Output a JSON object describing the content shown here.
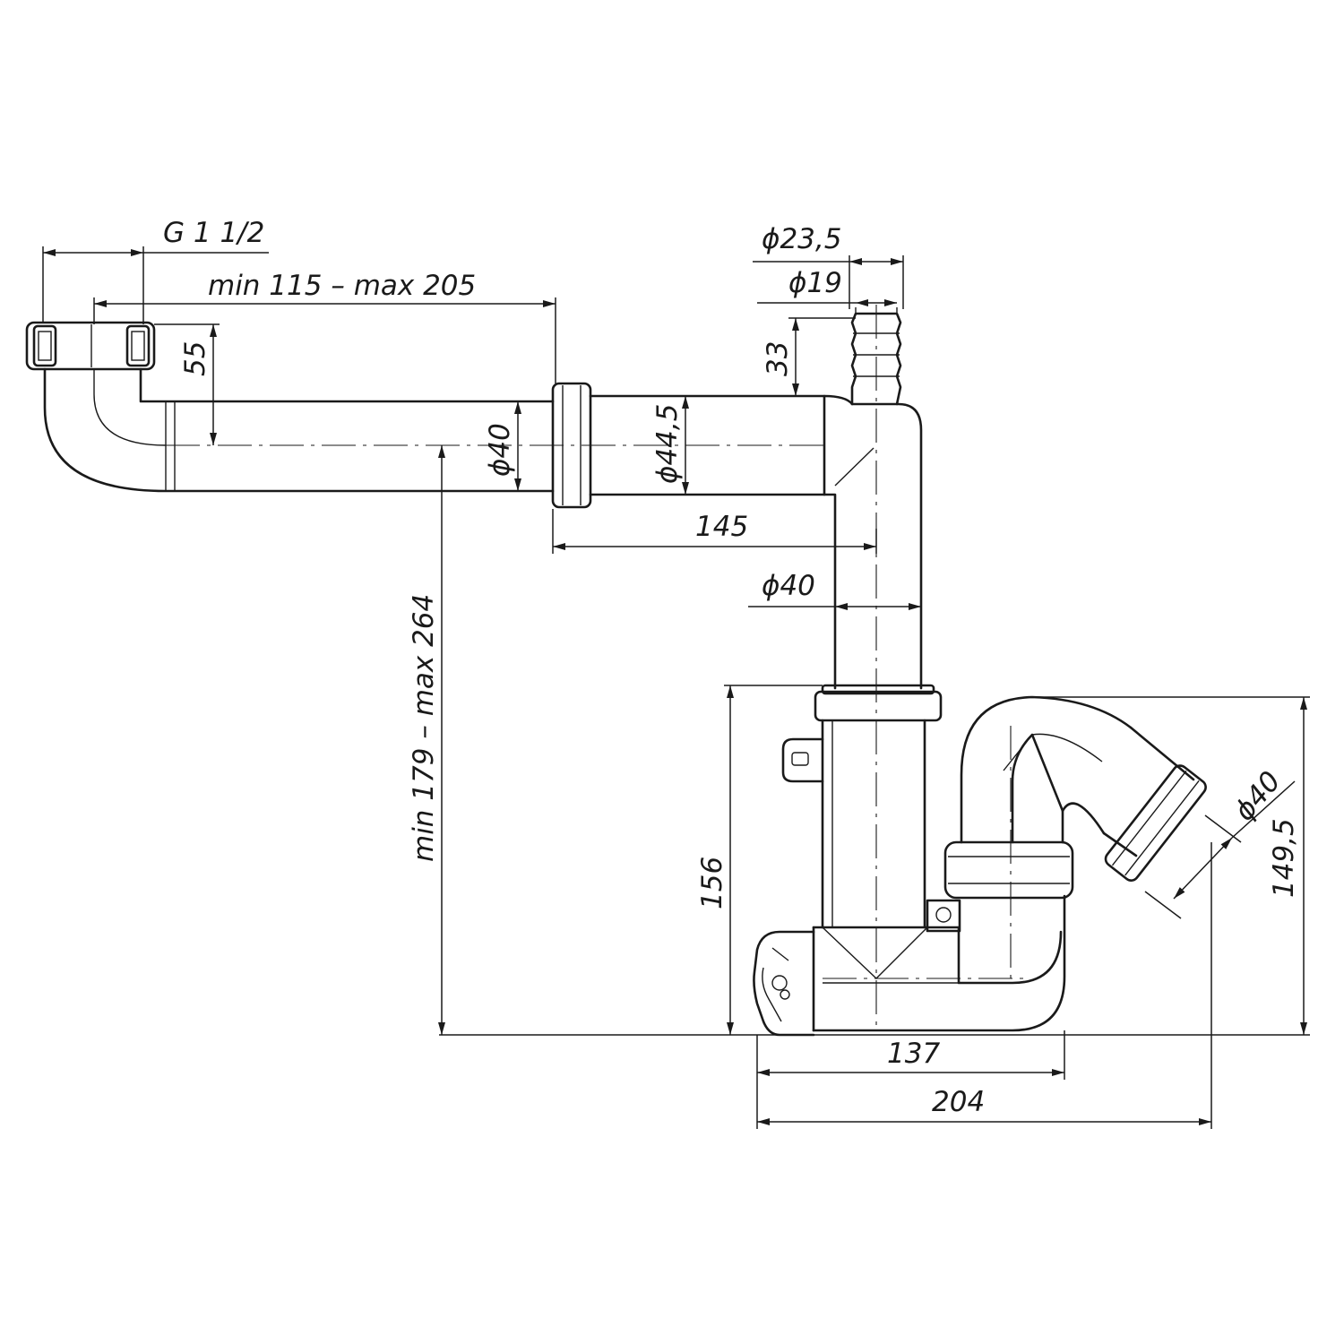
{
  "dimensions": {
    "thread": "G 1 1/2",
    "overflow_length": "min 115 – max 205",
    "overflow_drop": "55",
    "hose_outer": "ϕ23,5",
    "hose_inner": "ϕ19",
    "hose_height": "33",
    "pipe_dia": "ϕ40",
    "sleeve_dia": "ϕ44,5",
    "sleeve_span": "145",
    "vertical_pipe_dia": "ϕ40",
    "total_height": "min 179 – max 264",
    "trap_height": "156",
    "outlet_height": "149,5",
    "outlet_dia": "ϕ40",
    "trap_width": "137",
    "overall_width": "204"
  }
}
